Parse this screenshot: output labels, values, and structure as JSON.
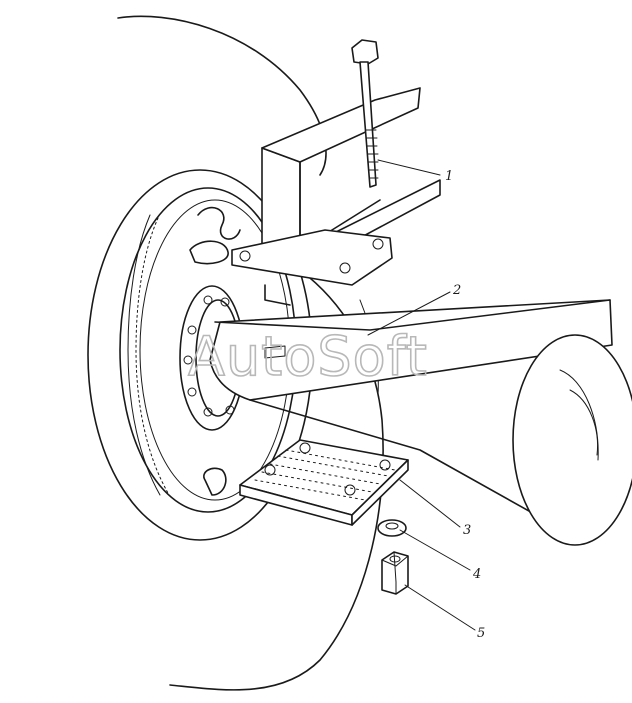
{
  "watermark": "AutoSoft",
  "callouts": [
    {
      "label": "1"
    },
    {
      "label": "2"
    },
    {
      "label": "3"
    },
    {
      "label": "4"
    },
    {
      "label": "5"
    }
  ]
}
